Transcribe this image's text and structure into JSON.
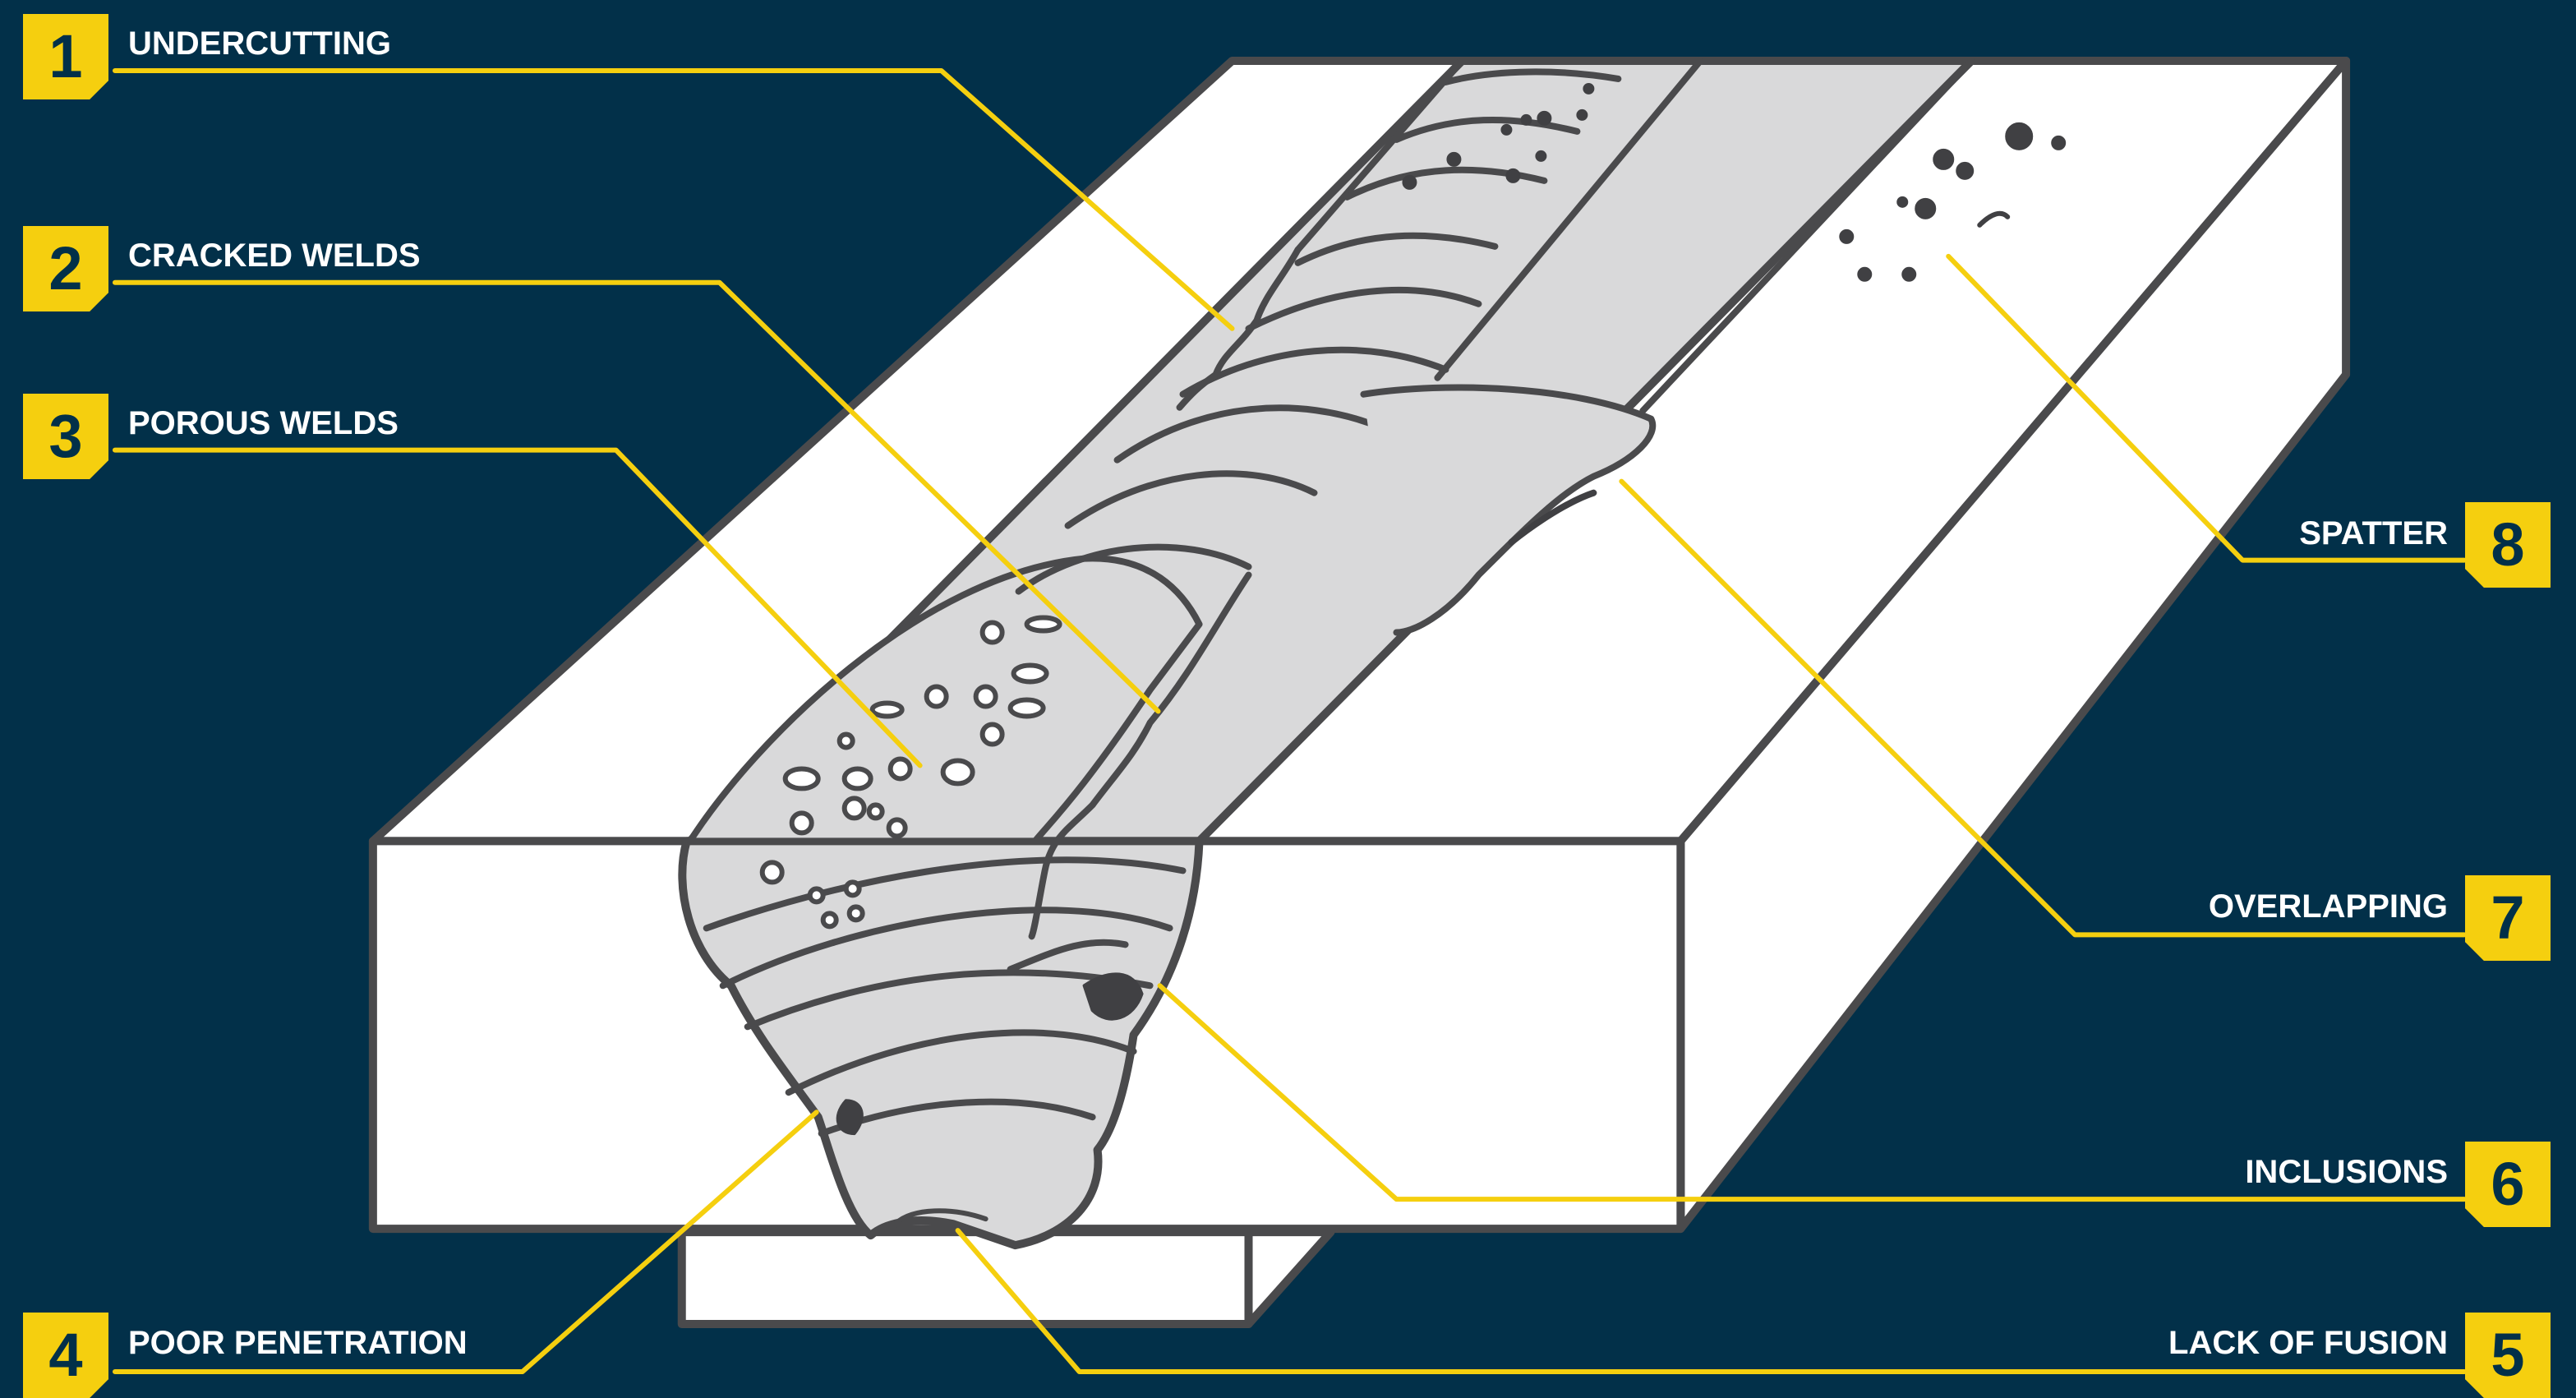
{
  "callouts": {
    "c1": {
      "number": "1",
      "label": "UNDERCUTTING"
    },
    "c2": {
      "number": "2",
      "label": "CRACKED WELDS"
    },
    "c3": {
      "number": "3",
      "label": "POROUS WELDS"
    },
    "c4": {
      "number": "4",
      "label": "POOR PENETRATION"
    },
    "c5": {
      "number": "5",
      "label": "LACK OF FUSION"
    },
    "c6": {
      "number": "6",
      "label": "INCLUSIONS"
    },
    "c7": {
      "number": "7",
      "label": "OVERLAPPING"
    },
    "c8": {
      "number": "8",
      "label": "SPATTER"
    }
  },
  "colors": {
    "background": "#023049",
    "accent": "#f5cf0f",
    "block": "#ffffff",
    "weld": "#d9d9da",
    "outline": "#4a4a4c",
    "defect": "#404043",
    "label_text": "#ffffff"
  }
}
